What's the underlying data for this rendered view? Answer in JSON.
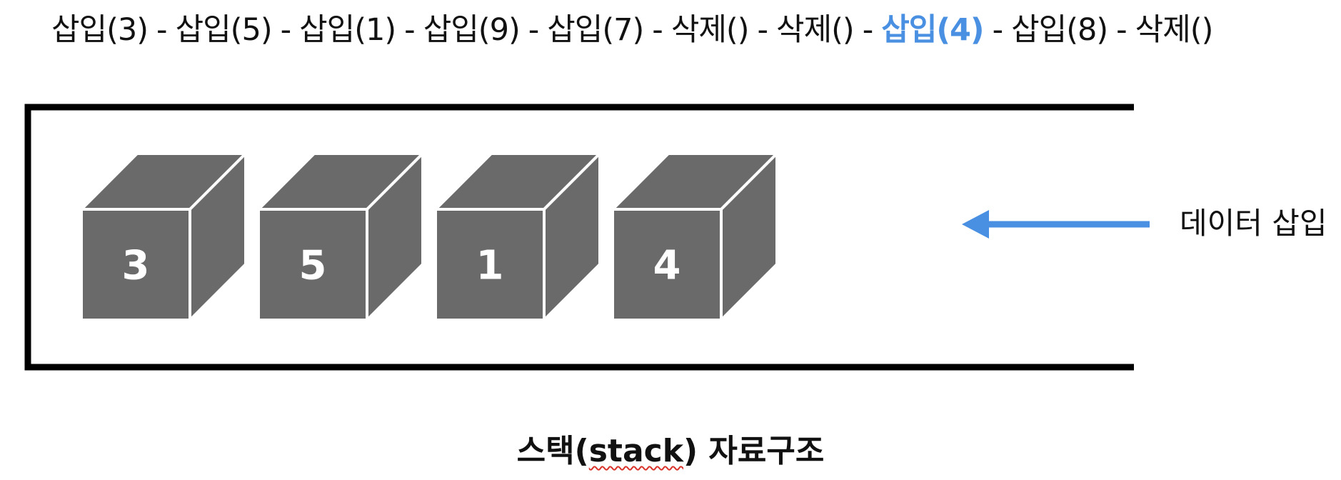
{
  "operations": {
    "items": [
      {
        "text": "삽입(3)",
        "active": false
      },
      {
        "text": "삽입(5)",
        "active": false
      },
      {
        "text": "삽입(1)",
        "active": false
      },
      {
        "text": "삽입(9)",
        "active": false
      },
      {
        "text": "삽입(7)",
        "active": false
      },
      {
        "text": "삭제()",
        "active": false
      },
      {
        "text": "삭제()",
        "active": false
      },
      {
        "text": "삽입(4)",
        "active": true
      },
      {
        "text": "삽입(8)",
        "active": false
      },
      {
        "text": "삭제()",
        "active": false
      }
    ],
    "separator": "-",
    "active_color": "#4a90e2"
  },
  "stack": {
    "cubes": [
      "3",
      "5",
      "1",
      "4"
    ],
    "cube_color": "#6a6a6a",
    "cube_edge_color": "#ffffff",
    "label_color": "#ffffff",
    "container_color": "#000000"
  },
  "insert": {
    "label": "데이터 삽입",
    "arrow_color": "#4a90e2"
  },
  "title": {
    "prefix": "스택(",
    "word": "stack",
    "suffix": ") 자료구조"
  }
}
